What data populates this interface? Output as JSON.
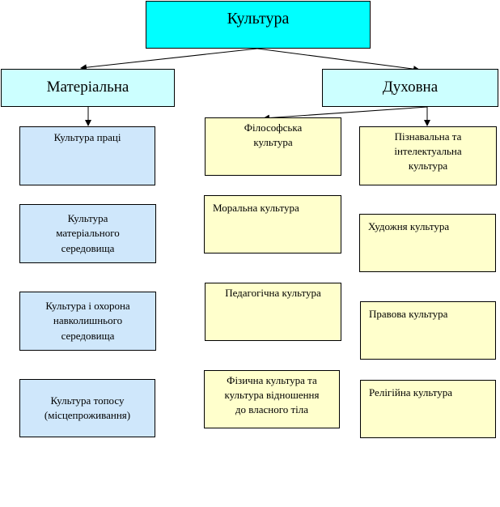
{
  "root": {
    "label": "Культура"
  },
  "branches": {
    "material": {
      "label": "Матеріальна"
    },
    "spiritual": {
      "label": "Духовна"
    }
  },
  "material_items": [
    "Культура праці",
    "Культура\nматеріального\nсередовища",
    "Культура і охорона\nнавколишнього\nсередовища",
    "Культура топосу\n(місцепроживання)"
  ],
  "spiritual_left_items": [
    "Філософська\nкультура",
    "Моральна культура",
    "Педагогічна культура",
    "Фізична культура та\nкультура відношення\nдо власного тіла"
  ],
  "spiritual_right_items": [
    "Пізнавальна та\nінтелектуальна\nкультура",
    "Художня культура",
    "Правова культура",
    "Релігійна культура"
  ],
  "colors": {
    "root_fill": "#00ffff",
    "branch_fill": "#ccffff",
    "material_fill": "#cfe7fb",
    "spiritual_fill": "#ffffcc",
    "line": "#000000"
  }
}
